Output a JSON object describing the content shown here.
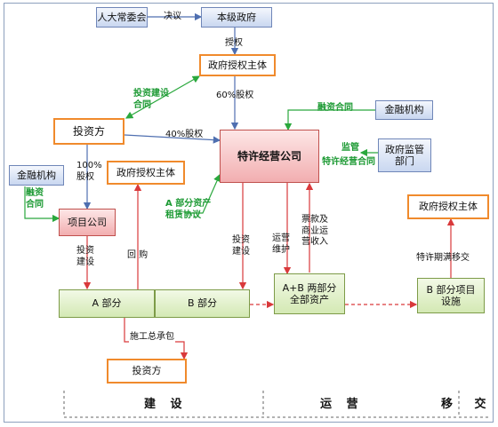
{
  "nodes": {
    "npc": "人大常委会",
    "gov": "本级政府",
    "gov_auth_top": "政府授权主体",
    "investor": "投资方",
    "fin_right": "金融机构",
    "fin_left": "金融机构",
    "concession": "特许经营公司",
    "regulator": "政府监管部门",
    "gov_auth_mid": "政府授权主体",
    "project_co": "项目公司",
    "gov_auth_right": "政府授权主体",
    "part_a": "A 部分",
    "part_b": "B 部分",
    "all_assets": "A+B 两部分\n全部资产",
    "b_facilities": "B 部分项目\n设施",
    "investor_bottom": "投资方"
  },
  "labels": {
    "resolution": "决议",
    "authorize": "授权",
    "equity_60": "60%股权",
    "equity_40": "40%股权",
    "equity_100": "100%\n股权",
    "invest_contract": "投资建设\n合同",
    "finance_contract_right": "融资合同",
    "finance_contract_left": "融资\n合同",
    "supervise": "监管",
    "concession_contract": "特许经营合同",
    "lease_agreement": "A 部分资产\n租赁协议",
    "invest_build_left": "投资\n建设",
    "buyback": "回 购",
    "invest_build_mid": "投资\n建设",
    "operate_maintain": "运营\n维护",
    "ticket_income": "票款及\n商业运\n营收入",
    "handover": "特许期满移交",
    "epc": "施工总承包"
  },
  "phases": {
    "build": "建 设",
    "operate": "运 营",
    "transfer": "移 交"
  },
  "colors": {
    "arrow_red": "#d9393b",
    "arrow_blue": "#4f6fb0",
    "arrow_green": "#2aa83d",
    "label_green": "#1d9a34",
    "border_orange": "#f08a2c"
  }
}
